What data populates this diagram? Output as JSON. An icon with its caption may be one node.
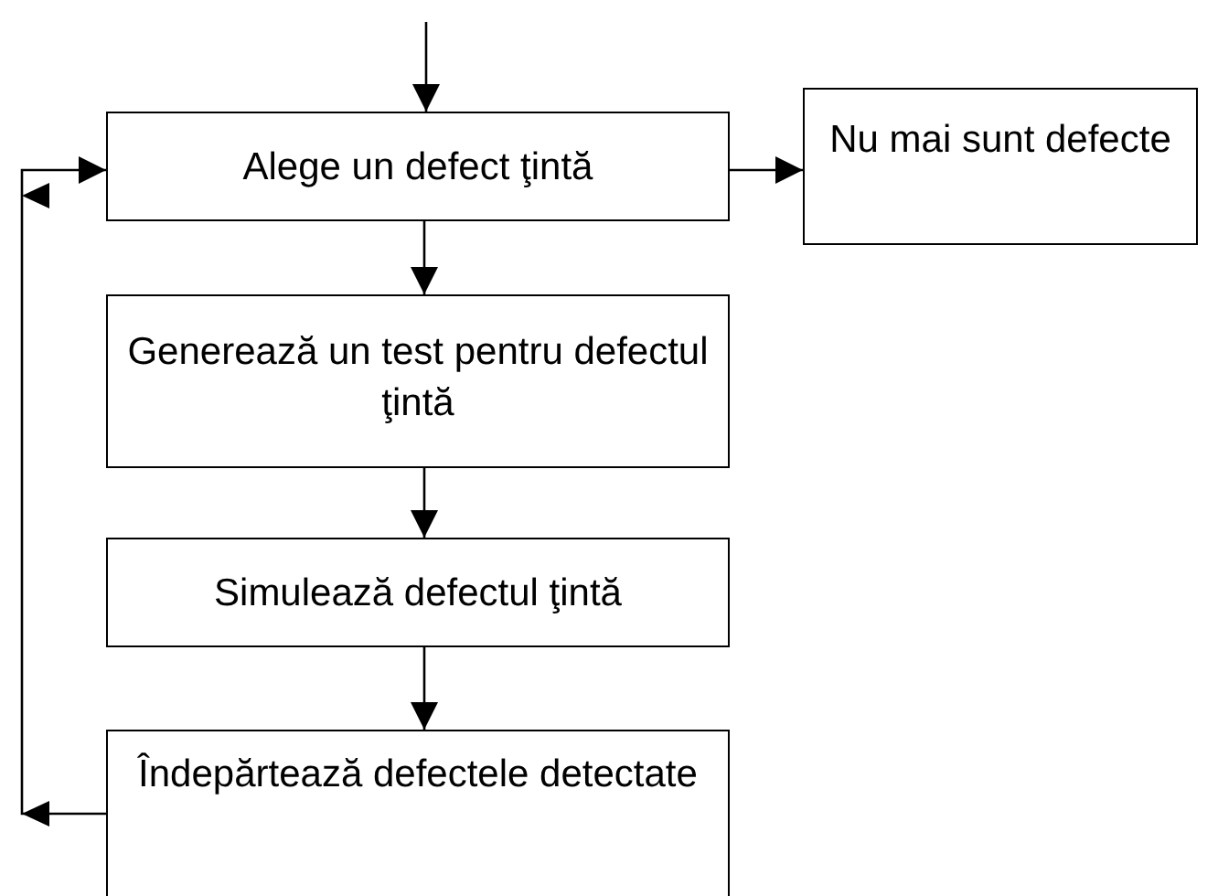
{
  "diagram": {
    "nodes": [
      {
        "text": [
          "Alege un defect ţintă"
        ]
      },
      {
        "text": [
          "Nu mai sunt defecte"
        ]
      },
      {
        "text": [
          "Generează un test pentru defectul ţintă"
        ]
      },
      {
        "text": [
          "Simulează defectul ţintă"
        ]
      },
      {
        "text": [
          "Îndepărtează defectele detectate"
        ]
      }
    ],
    "edges": [
      {
        "from": null,
        "to": 0,
        "arrow": "to"
      },
      {
        "from": 0,
        "to": 1,
        "arrow": "to"
      },
      {
        "from": 0,
        "to": 2,
        "arrow": "to"
      },
      {
        "from": 2,
        "to": 3,
        "arrow": "to"
      },
      {
        "from": 3,
        "to": 4,
        "arrow": "to"
      },
      {
        "from": 4,
        "to": 0,
        "arrow": "to"
      }
    ]
  }
}
